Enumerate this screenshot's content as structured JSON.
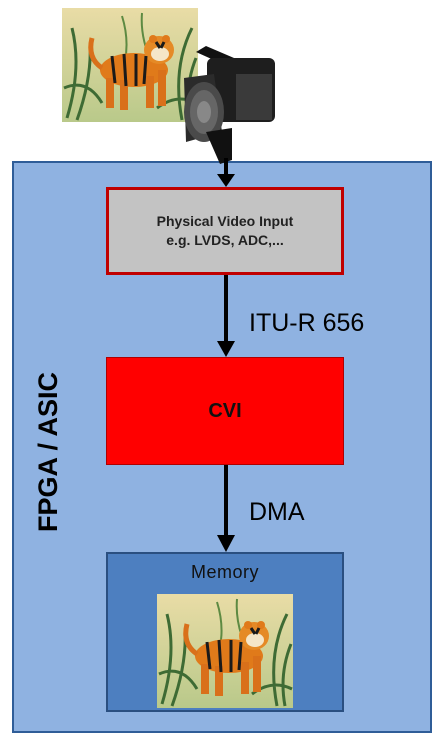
{
  "container": {
    "label": "FPGA / ASIC"
  },
  "blocks": {
    "physical_input": {
      "line1": "Physical  Video Input",
      "line2": "e.g. LVDS, ADC,..."
    },
    "cvi": {
      "label": "CVI"
    },
    "memory": {
      "label": "Memory"
    }
  },
  "connections": {
    "itu": "ITU-R 656",
    "dma": "DMA"
  },
  "colors": {
    "fpga_fill": "#8fb2e1",
    "physical_fill": "#c3c3c3",
    "physical_border": "#c00000",
    "cvi_fill": "#ff0000",
    "memory_fill": "#4d7fc0"
  },
  "icons": [
    "tiger-image",
    "video-camera-icon",
    "tiger-image-in-memory"
  ]
}
